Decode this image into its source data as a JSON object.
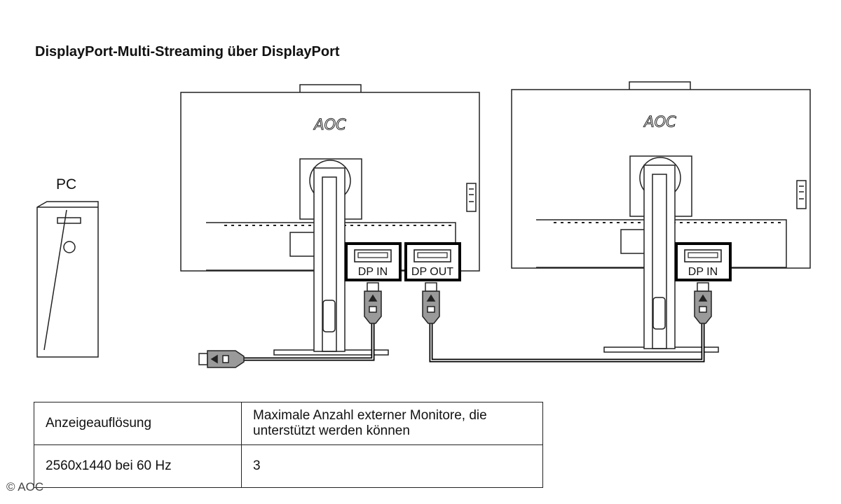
{
  "title": "DisplayPort-Multi-Streaming über DisplayPort",
  "pc_label": "PC",
  "monitors": [
    {
      "logo": "AOC",
      "ports": [
        "DP IN",
        "DP OUT"
      ]
    },
    {
      "logo": "AOC",
      "ports": [
        "DP IN"
      ]
    }
  ],
  "table": {
    "header": [
      "Anzeigeauflösung",
      "Maximale Anzahl externer Monitore, die unterstützt werden können"
    ],
    "rows": [
      [
        "2560x1440 bei 60 Hz",
        "3"
      ]
    ]
  },
  "copyright": "© AOC"
}
